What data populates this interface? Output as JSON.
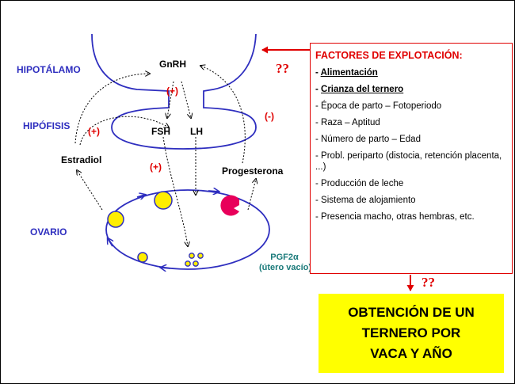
{
  "labels": {
    "hipotalamo": "HIPOTÁLAMO",
    "hipofisis": "HIPÓFISIS",
    "ovario": "OVARIO",
    "gnrh": "GnRH",
    "fsh": "FSH",
    "lh": "LH",
    "estradiol": "Estradiol",
    "progesterona": "Progesterona",
    "pgf2a": "PGF2α",
    "utero_vacio": "(útero vacío)",
    "plus_gnrh": "(+)",
    "plus_estradiol": "(+)",
    "plus_fsh": "(+)",
    "minus_progesterona": "(-)"
  },
  "factors": {
    "title": "FACTORES DE EXPLOTACIÓN:",
    "items": [
      {
        "text": "Alimentación",
        "bold": true
      },
      {
        "text": "Crianza del ternero",
        "bold": true
      },
      {
        "text": "Época de parto – Fotoperiodo",
        "bold": false
      },
      {
        "text": "Raza – Aptitud",
        "bold": false
      },
      {
        "text": "Número de parto – Edad",
        "bold": false
      },
      {
        "text": "Probl. periparto (distocia, retención placenta, ...)",
        "bold": false
      },
      {
        "text": "Producción de leche",
        "bold": false
      },
      {
        "text": "Sistema de alojamiento",
        "bold": false
      },
      {
        "text": "Presencia macho, otras hembras, etc.",
        "bold": false
      }
    ]
  },
  "question_marks": {
    "top": "??",
    "bottom": "??"
  },
  "result": {
    "line1": "OBTENCIÓN DE UN",
    "line2": "TERNERO POR",
    "line3": "VACA Y AÑO"
  },
  "colors": {
    "structure_blue": "#2e2ebf",
    "highlight_red": "#e00000",
    "follicle_yellow": "#ffee00",
    "corpus_luteum_magenta": "#e8005a",
    "result_yellow": "#ffff00",
    "teal": "#1a7a7a"
  }
}
